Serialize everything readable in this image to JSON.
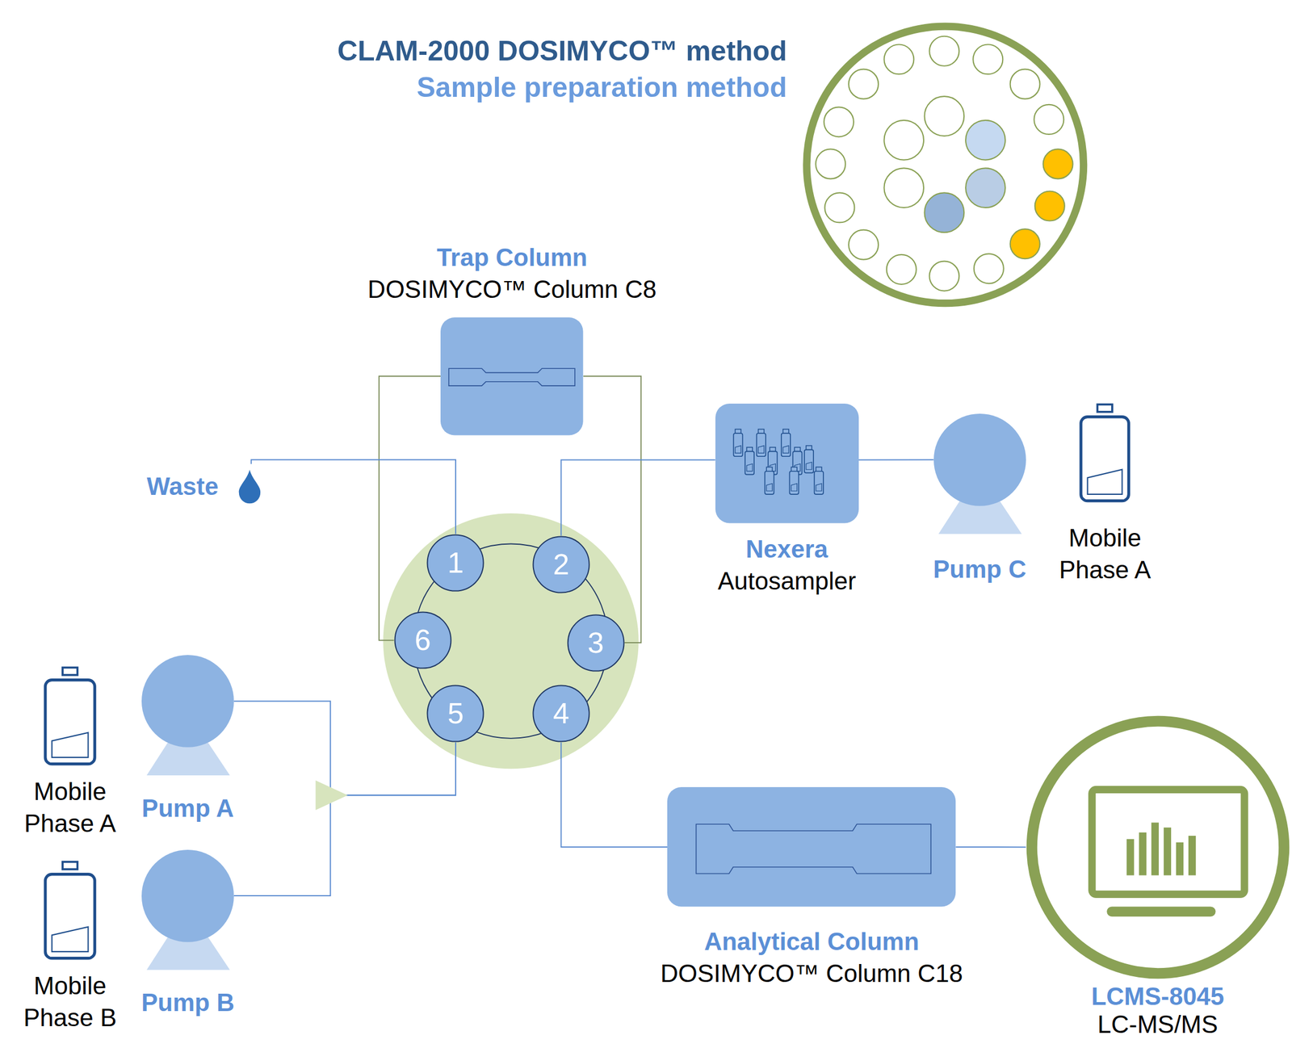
{
  "diagram": {
    "title": "CLAM-2000 DOSIMYCO™ method",
    "nodes": [
      {
        "text": [
          "Trap Column",
          "DOSIMYCO™ Column C8"
        ]
      },
      {
        "text": [
          "Waste"
        ]
      },
      {
        "text": [
          "1"
        ]
      },
      {
        "text": [
          "2"
        ]
      },
      {
        "text": [
          "3"
        ]
      },
      {
        "text": [
          "4"
        ]
      },
      {
        "text": [
          "5"
        ]
      },
      {
        "text": [
          "6"
        ]
      },
      {
        "text": [
          "Nexera",
          "Autosampler"
        ]
      },
      {
        "text": [
          "Pump C"
        ]
      },
      {
        "text": [
          "Mobile Phase A"
        ]
      },
      {
        "text": [
          "Mobile Phase A"
        ]
      },
      {
        "text": [
          "Pump A"
        ]
      },
      {
        "text": [
          "Mobile Phase B"
        ]
      },
      {
        "text": [
          "Pump B"
        ]
      },
      {
        "text": [
          "Analytical Column",
          "DOSIMYCO™ Column C18"
        ]
      },
      {
        "text": [
          "LCMS-8045",
          "LC-MS/MS"
        ]
      }
    ],
    "edges": [
      {
        "from": 0,
        "to": 7,
        "arrow": "none"
      },
      {
        "from": 0,
        "to": 4,
        "arrow": "none"
      },
      {
        "from": 2,
        "to": 1,
        "arrow": "none"
      },
      {
        "from": 3,
        "to": 8,
        "arrow": "none"
      },
      {
        "from": 8,
        "to": 9,
        "arrow": "none"
      },
      {
        "from": 12,
        "to": 6,
        "arrow": "none"
      },
      {
        "from": 14,
        "to": 6,
        "arrow": "none"
      },
      {
        "from": 5,
        "to": 15,
        "arrow": "none"
      },
      {
        "from": 15,
        "to": 16,
        "arrow": "none"
      }
    ],
    "labels": [
      "Sample preparation method"
    ]
  }
}
